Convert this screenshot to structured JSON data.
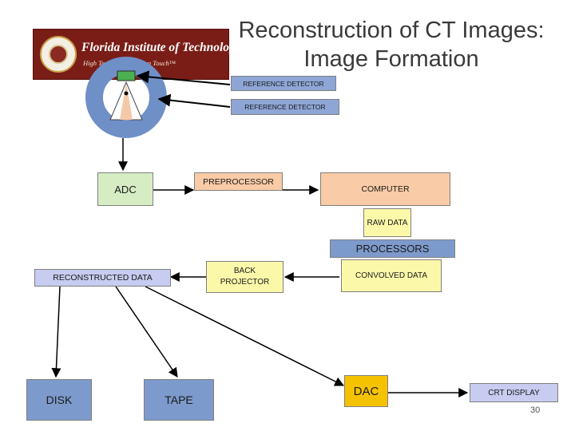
{
  "title": "Reconstruction of CT Images: Image Formation",
  "logo": {
    "name": "Florida Institute of Technology",
    "tagline": "High Tech with a Human Touch™"
  },
  "boxes": {
    "ref_detector_1": "REFERENCE DETECTOR",
    "ref_detector_2": "REFERENCE DETECTOR",
    "adc": "ADC",
    "preprocessor": "PREPROCESSOR",
    "computer": "COMPUTER",
    "raw_data": "RAW DATA",
    "processors": "PROCESSORS",
    "reconstructed_data": "RECONSTRUCTED DATA",
    "back_projector": "BACK PROJECTOR",
    "convolved_data": "CONVOLVED DATA",
    "disk": "DISK",
    "tape": "TAPE",
    "dac": "DAC",
    "crt_display": "CRT DISPLAY"
  },
  "page_number": "30",
  "colors": {
    "gantry_ring": "#6f8fc7",
    "green_box": "#d6edc4",
    "peach_box": "#f9cba6",
    "yellow_box": "#fcf8a9",
    "blue_box": "#7d9acc",
    "lavender_box": "#c7ccf0",
    "dac_box": "#f5c200",
    "reference_box": "#8ea6d6"
  }
}
